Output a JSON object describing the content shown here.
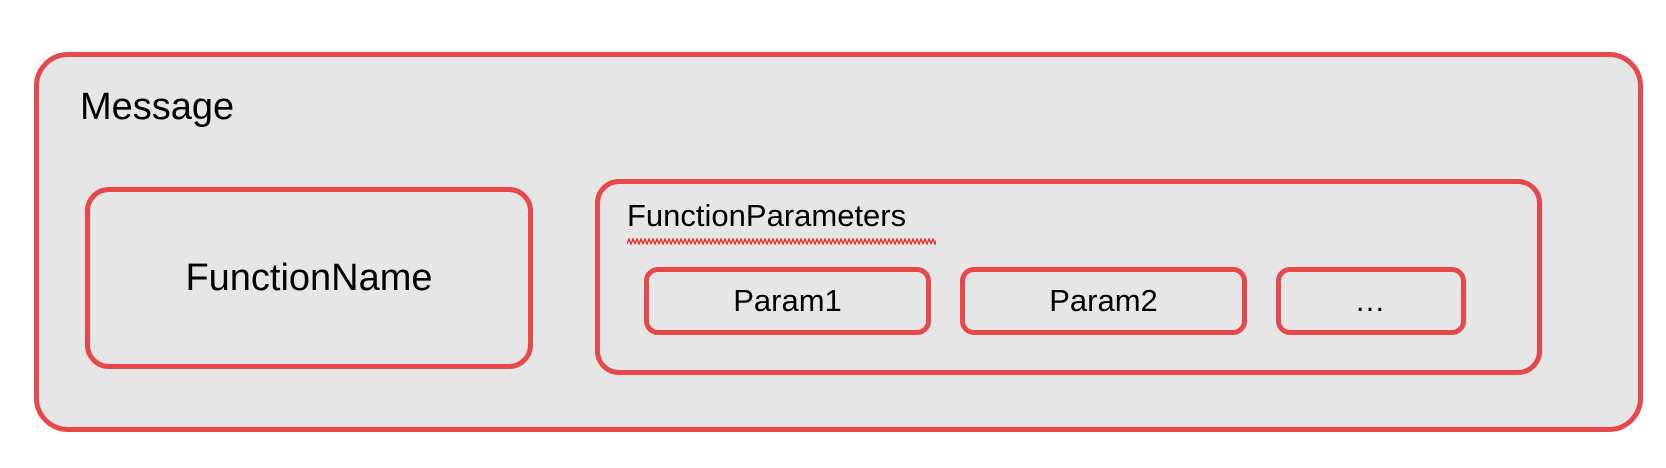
{
  "diagram": {
    "title": "Message",
    "background_color": "#ffffff",
    "box_fill_color": "#e6e6e6",
    "box_border_color": "#e8484a",
    "text_color": "#000000",
    "spellcheck_underline_color": "#ee2b2b"
  },
  "message": {
    "label": "Message",
    "children": {
      "function_name": {
        "label": "FunctionName"
      },
      "function_parameters": {
        "label": "FunctionParameters",
        "has_spellcheck_underline": true,
        "params": [
          {
            "label": "Param1"
          },
          {
            "label": "Param2"
          },
          {
            "label": "…"
          }
        ]
      }
    }
  }
}
